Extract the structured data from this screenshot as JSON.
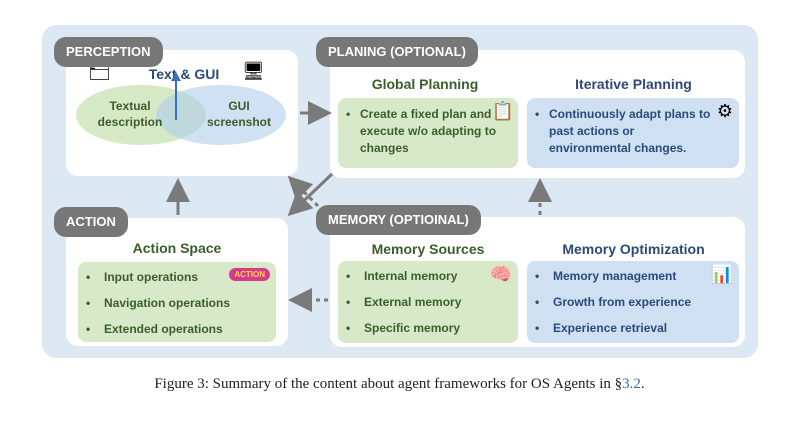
{
  "perception": {
    "tag": "PERCEPTION",
    "title": "Text & GUI",
    "left_circle": "Textual description",
    "right_circle": "GUI screenshot",
    "icons": [
      "code-files-icon",
      "devices-icon"
    ]
  },
  "planning": {
    "tag": "PLANING (OPTIONAL)",
    "global": {
      "title": "Global Planning",
      "text": "Create a fixed plan and execute w/o adapting to changes",
      "icon": "plan-clipboard-icon"
    },
    "iterative": {
      "title": "Iterative Planning",
      "text": "Continuously adapt plans to past actions or environmental changes.",
      "icon": "cycle-process-icon"
    }
  },
  "action": {
    "tag": "ACTION",
    "title": "Action Space",
    "items": [
      "Input operations",
      "Navigation operations",
      "Extended operations"
    ],
    "icon": "action-click-icon"
  },
  "memory": {
    "tag": "MEMORY (OPTIOINAL)",
    "sources": {
      "title": "Memory Sources",
      "items": [
        "Internal memory",
        "External memory",
        "Specific memory"
      ],
      "icon": "brain-icon"
    },
    "optimization": {
      "title": "Memory Optimization",
      "items": [
        "Memory management",
        "Growth from experience",
        "Experience retrieval"
      ],
      "icon": "chart-magnifier-icon"
    }
  },
  "caption": {
    "text": "Figure 3: Summary of the content about agent frameworks for OS Agents in §",
    "ref": "3.2",
    "end": "."
  },
  "colors": {
    "background": "#dde8f5",
    "tag": "#777777",
    "green_box": "#d7e9c9",
    "blue_box": "#cfe0f3",
    "green_text": "#3a5e2a",
    "blue_text": "#2b4a7a",
    "arrow": "#7a7a7a"
  }
}
